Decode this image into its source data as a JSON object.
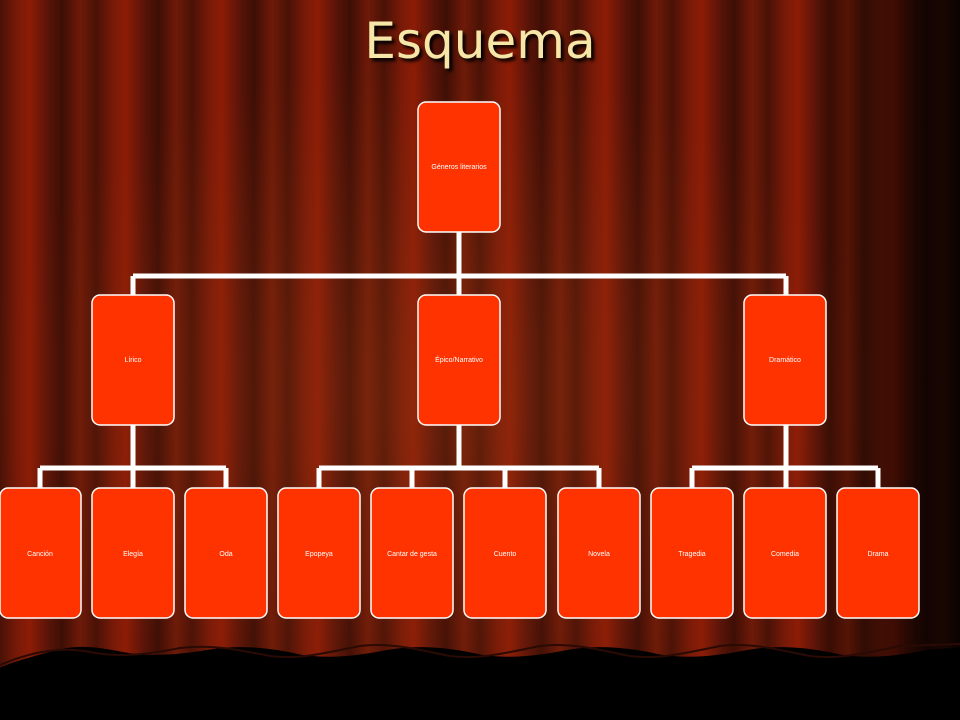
{
  "title": "Esquema",
  "diagram": {
    "root": "Géneros literarios",
    "branches": [
      {
        "label": "Lírico",
        "children": [
          "Canción",
          "Elegía",
          "Oda"
        ]
      },
      {
        "label": "Épico/Narrativo",
        "children": [
          "Epopeya",
          "Cantar de gesta",
          "Cuento",
          "Novela"
        ]
      },
      {
        "label": "Dramático",
        "children": [
          "Tragedia",
          "Comedia",
          "Drama"
        ]
      }
    ]
  },
  "colors": {
    "node": "#ff3300",
    "connector": "#ffffff",
    "title": "#f6e7a8"
  }
}
